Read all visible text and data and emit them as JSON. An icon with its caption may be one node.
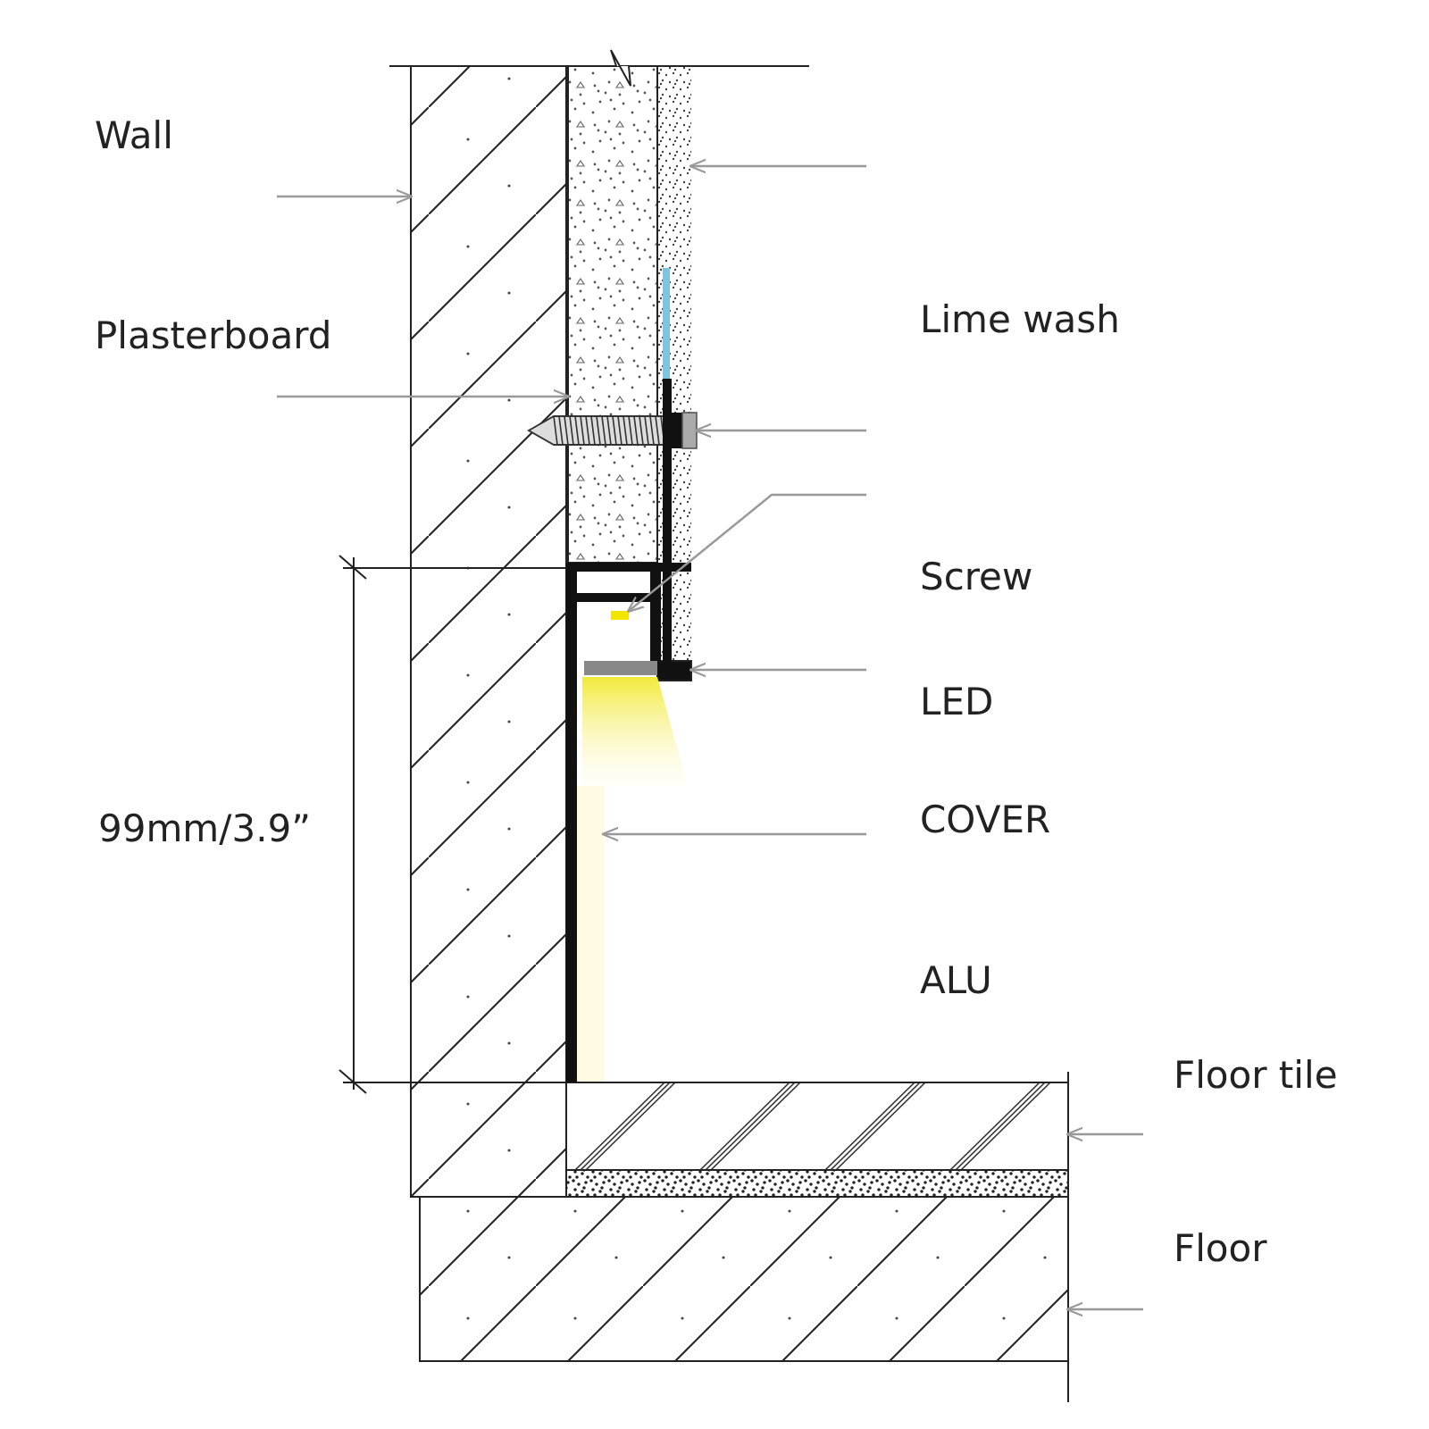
{
  "diagram": {
    "nodes": [
      {
        "text": [],
        "shape": "box"
      },
      {
        "text": [],
        "shape": "box"
      },
      {
        "text": [],
        "shape": "bar"
      },
      {
        "text": [],
        "shape": "picture"
      },
      {
        "text": [],
        "shape": "bar"
      },
      {
        "text": [],
        "shape": "box"
      },
      {
        "text": [],
        "shape": "bar"
      },
      {
        "text": [],
        "shape": "box"
      },
      {
        "text": [],
        "shape": "box"
      },
      {
        "text": [],
        "shape": "bar"
      }
    ],
    "edges": [
      {
        "from": null,
        "to": 0,
        "arrow": "to"
      },
      {
        "from": null,
        "to": 1,
        "arrow": "to"
      },
      {
        "from": null,
        "to": 2,
        "arrow": "to"
      },
      {
        "from": null,
        "to": 3,
        "arrow": "to"
      },
      {
        "from": null,
        "to": 4,
        "arrow": "to"
      },
      {
        "from": null,
        "to": 5,
        "arrow": "to"
      },
      {
        "from": null,
        "to": 6,
        "arrow": "to"
      },
      {
        "from": null,
        "to": 7,
        "arrow": "to"
      },
      {
        "from": null,
        "to": 8,
        "arrow": "to"
      }
    ],
    "labels": [
      "Wall",
      "Plasterboard",
      "Lime wash",
      "Screw",
      "LED",
      "99mm/3.9”",
      "COVER",
      "ALU",
      "Floor tile",
      "Floor"
    ]
  }
}
